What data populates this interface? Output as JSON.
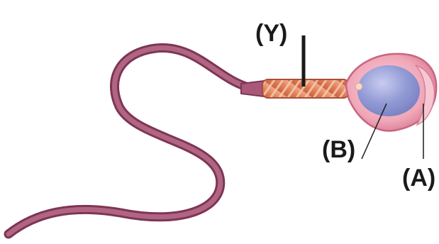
{
  "labels": {
    "y": "(Y)",
    "b": "(B)",
    "a": "(A)"
  },
  "colors": {
    "tail_outer": "#8c3f5e",
    "tail_inner": "#b5647f",
    "head_outer": "#e38aa0",
    "head_fill": "#f4b2c0",
    "nucleus": "#8f97d4",
    "midpiece": "#e0835e",
    "midpiece_stripe": "#f4c19f",
    "pointer": "#1a1a1a"
  }
}
